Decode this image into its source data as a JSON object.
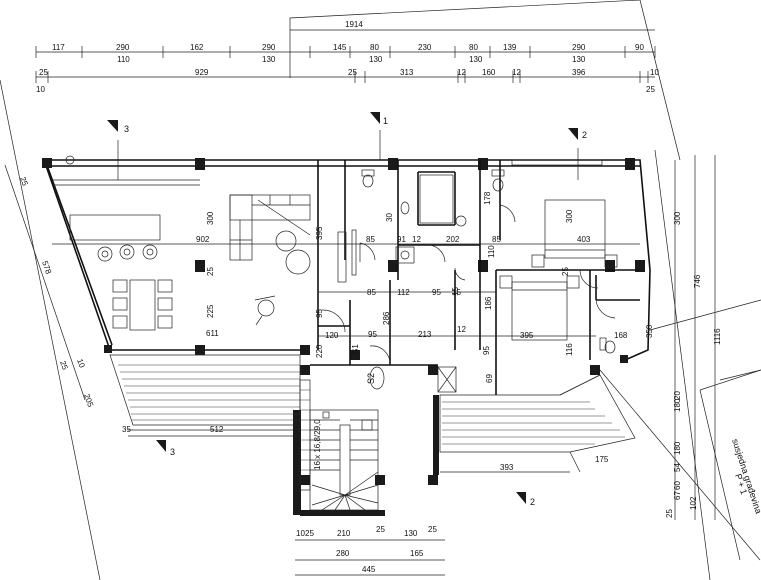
{
  "top_dims_row1": [
    {
      "t": "1914"
    }
  ],
  "top_dims_row2": [
    {
      "t": "117"
    },
    {
      "t": "290"
    },
    {
      "t": "162"
    },
    {
      "t": "290"
    },
    {
      "t": "145"
    },
    {
      "t": "80"
    },
    {
      "t": "230"
    },
    {
      "t": "80"
    },
    {
      "t": "139"
    },
    {
      "t": "290"
    },
    {
      "t": "90"
    }
  ],
  "top_dims_row3": [
    {
      "t": "110"
    },
    {
      "t": "130"
    },
    {
      "t": "130"
    },
    {
      "t": "130"
    },
    {
      "t": "130"
    }
  ],
  "top_dims_row4": [
    {
      "t": "25"
    },
    {
      "t": "929"
    },
    {
      "t": "25"
    },
    {
      "t": "313"
    },
    {
      "t": "12"
    },
    {
      "t": "160"
    },
    {
      "t": "12"
    },
    {
      "t": "396"
    },
    {
      "t": "10"
    }
  ],
  "right_edge_labels": [
    {
      "t": "25"
    },
    {
      "t": "10"
    }
  ],
  "section_marks": [
    {
      "t": "3"
    },
    {
      "t": "1"
    },
    {
      "t": "2"
    },
    {
      "t": "3"
    },
    {
      "t": "2"
    }
  ],
  "interior_dims": [
    {
      "t": "902"
    },
    {
      "t": "85"
    },
    {
      "t": "91"
    },
    {
      "t": "12"
    },
    {
      "t": "202"
    },
    {
      "t": "85"
    },
    {
      "t": "403"
    },
    {
      "t": "85"
    },
    {
      "t": "112"
    },
    {
      "t": "95"
    },
    {
      "t": "15"
    },
    {
      "t": "95"
    },
    {
      "t": "213"
    },
    {
      "t": "12"
    },
    {
      "t": "395"
    },
    {
      "t": "168"
    },
    {
      "t": "611"
    },
    {
      "t": "120"
    },
    {
      "t": "512"
    },
    {
      "t": "393"
    },
    {
      "t": "175"
    },
    {
      "t": "35"
    }
  ],
  "interior_vdims": [
    {
      "t": "300"
    },
    {
      "t": "25"
    },
    {
      "t": "225"
    },
    {
      "t": "395"
    },
    {
      "t": "30"
    },
    {
      "t": "178"
    },
    {
      "t": "110"
    },
    {
      "t": "186"
    },
    {
      "t": "286"
    },
    {
      "t": "95"
    },
    {
      "t": "220"
    },
    {
      "t": "95"
    },
    {
      "t": "300"
    },
    {
      "t": "25"
    },
    {
      "t": "350"
    },
    {
      "t": "116"
    },
    {
      "t": "69"
    },
    {
      "t": "15"
    }
  ],
  "left_dims": [
    {
      "t": "25"
    },
    {
      "t": "578"
    },
    {
      "t": "25"
    },
    {
      "t": "10"
    },
    {
      "t": "205"
    }
  ],
  "right_vdims": [
    {
      "t": "300"
    },
    {
      "t": "746"
    },
    {
      "t": "1116"
    },
    {
      "t": "180"
    },
    {
      "t": "20"
    },
    {
      "t": "180"
    },
    {
      "t": "54"
    },
    {
      "t": "60"
    },
    {
      "t": "25"
    },
    {
      "t": "102"
    },
    {
      "t": "67"
    }
  ],
  "bottom_dims": [
    {
      "t": "10"
    },
    {
      "t": "25"
    },
    {
      "t": "210"
    },
    {
      "t": "25"
    },
    {
      "t": "130"
    },
    {
      "t": "25"
    },
    {
      "t": "280"
    },
    {
      "t": "165"
    },
    {
      "t": "445"
    }
  ],
  "stair_labels": {
    "s1": "S1",
    "s2": "S2",
    "stairs": "16 x 16,8/29,0"
  },
  "neighbor_label": {
    "line1": "susjedna građevina",
    "line2": "P + 1"
  }
}
